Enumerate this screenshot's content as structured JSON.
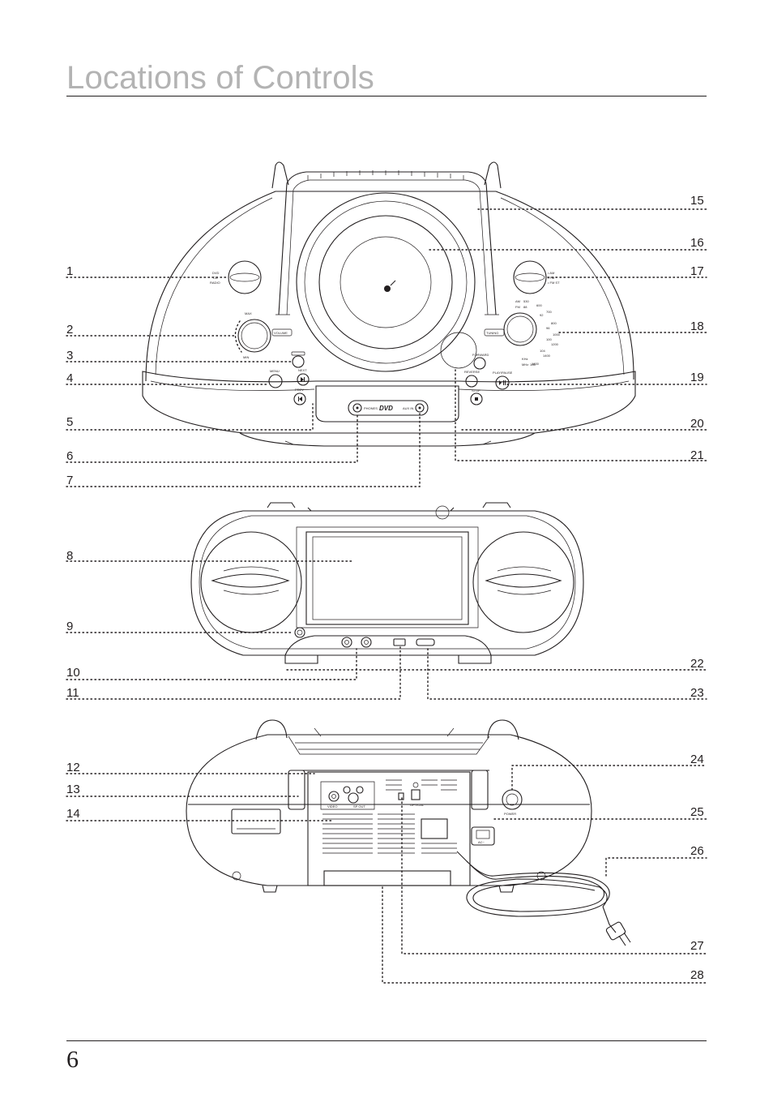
{
  "page": {
    "title": "Locations of Controls",
    "page_number": "6"
  },
  "callouts": {
    "left": [
      "1",
      "2",
      "3",
      "4",
      "5",
      "6",
      "7",
      "8",
      "9",
      "10",
      "11",
      "12",
      "13",
      "14"
    ],
    "right": [
      "15",
      "16",
      "17",
      "18",
      "19",
      "20",
      "21",
      "22",
      "23",
      "24",
      "25",
      "26",
      "27",
      "28"
    ]
  },
  "device_labels": {
    "dvd_cd_radio": [
      "DVD",
      "CD",
      "RADIO"
    ],
    "band": [
      "• AM",
      "• FM",
      "• FM ST"
    ],
    "volume": "VOLUME",
    "vol_max": "MAX",
    "vol_min": "MIN",
    "tuning": "TUNING",
    "next": "NEXT",
    "prev": "PREV",
    "menu": "MENU",
    "forward": "FORWARD",
    "reverse": "REVERSE",
    "play_pause": "PLAY/PAUSE",
    "stop": "STOP",
    "dvd_logo": "DVD",
    "phones": "PHONES",
    "aux_in": "AUX IN",
    "power_lamp": "POWER",
    "video": "VIDEO",
    "sp_out": "SP OUT",
    "optical": "OPTICAL",
    "ac_in": "AC~",
    "dial_am": [
      "AM",
      "530",
      "600",
      "700",
      "800",
      "1000",
      "1200",
      "1400",
      "1600",
      "KHz"
    ],
    "dial_fm": [
      "FM",
      "88",
      "92",
      "96",
      "100",
      "104",
      "108",
      "MHz"
    ]
  },
  "colors": {
    "title": "#b3b3b3",
    "ink": "#231f20"
  }
}
